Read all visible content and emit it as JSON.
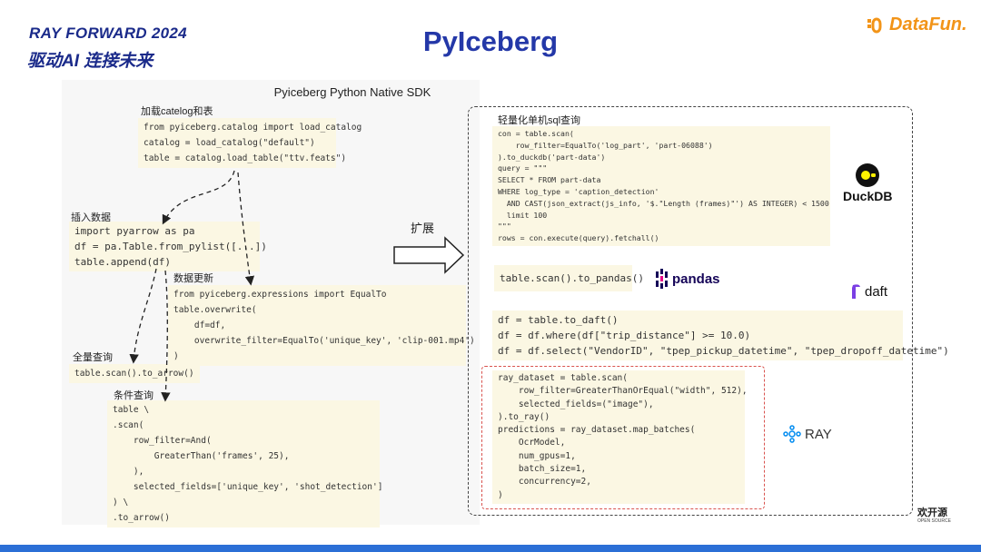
{
  "header": {
    "event_title": "RAY FORWARD 2024",
    "event_subtitle": "驱动AI 连接未来",
    "logo_text": "DataFun."
  },
  "page_title": "PyIceberg",
  "sdk_title": "Pyiceberg Python Native SDK",
  "left": {
    "load_label": "加载catelog和表",
    "load_code": "from pyiceberg.catalog import load_catalog\ncatalog = load_catalog(\"default\")\ntable = catalog.load_table(\"ttv.feats\")",
    "insert_label": "插入数据",
    "insert_code": "import pyarrow as pa\ndf = pa.Table.from_pylist([...])\ntable.append(df)",
    "update_label": "数据更新",
    "update_code": "from pyiceberg.expressions import EqualTo\ntable.overwrite(\n    df=df,\n    overwrite_filter=EqualTo('unique_key', 'clip-001.mp4')\n)",
    "fullscan_label": "全量查询",
    "fullscan_code": "table.scan().to_arrow()",
    "condscan_label": "条件查询",
    "condscan_code": "table \\\n.scan(\n    row_filter=And(\n        GreaterThan('frames', 25),\n    ),\n    selected_fields=['unique_key', 'shot_detection']\n) \\\n.to_arrow()"
  },
  "extend_label": "扩展",
  "right": {
    "sql_label": "轻量化单机sql查询",
    "duckdb_code": "con = table.scan(\n    row_filter=EqualTo('log_part', 'part-06088')\n).to_duckdb('part-data')\nquery = \"\"\"\nSELECT * FROM part-data\nWHERE log_type = 'caption_detection'\n  AND CAST(json_extract(js_info, '$.\"Length (frames)\"') AS INTEGER) < 1500\n  limit 100\n\"\"\"\nrows = con.execute(query).fetchall()",
    "pandas_code": "table.scan().to_pandas()",
    "daft_code": "df = table.to_daft()\ndf = df.where(df[\"trip_distance\"] >= 10.0)\ndf = df.select(\"VendorID\", \"tpep_pickup_datetime\", \"tpep_dropoff_datetime\")",
    "ray_code": "ray_dataset = table.scan(\n    row_filter=GreaterThanOrEqual(\"width\", 512),\n    selected_fields=(\"image\"),\n).to_ray()\npredictions = ray_dataset.map_batches(\n    OcrModel,\n    num_gpus=1,\n    batch_size=1,\n    concurrency=2,\n)"
  },
  "brands": {
    "duckdb": "DuckDB",
    "pandas": "pandas",
    "daft": "daft",
    "ray": "RAY"
  },
  "corner": {
    "text": "欢开源",
    "sub": "OPEN SOURCE"
  },
  "colors": {
    "title_blue": "#2438a8",
    "logo_orange": "#f29418",
    "code_bg": "#fbf7e3",
    "bottom_bar": "#2b6fd6"
  }
}
